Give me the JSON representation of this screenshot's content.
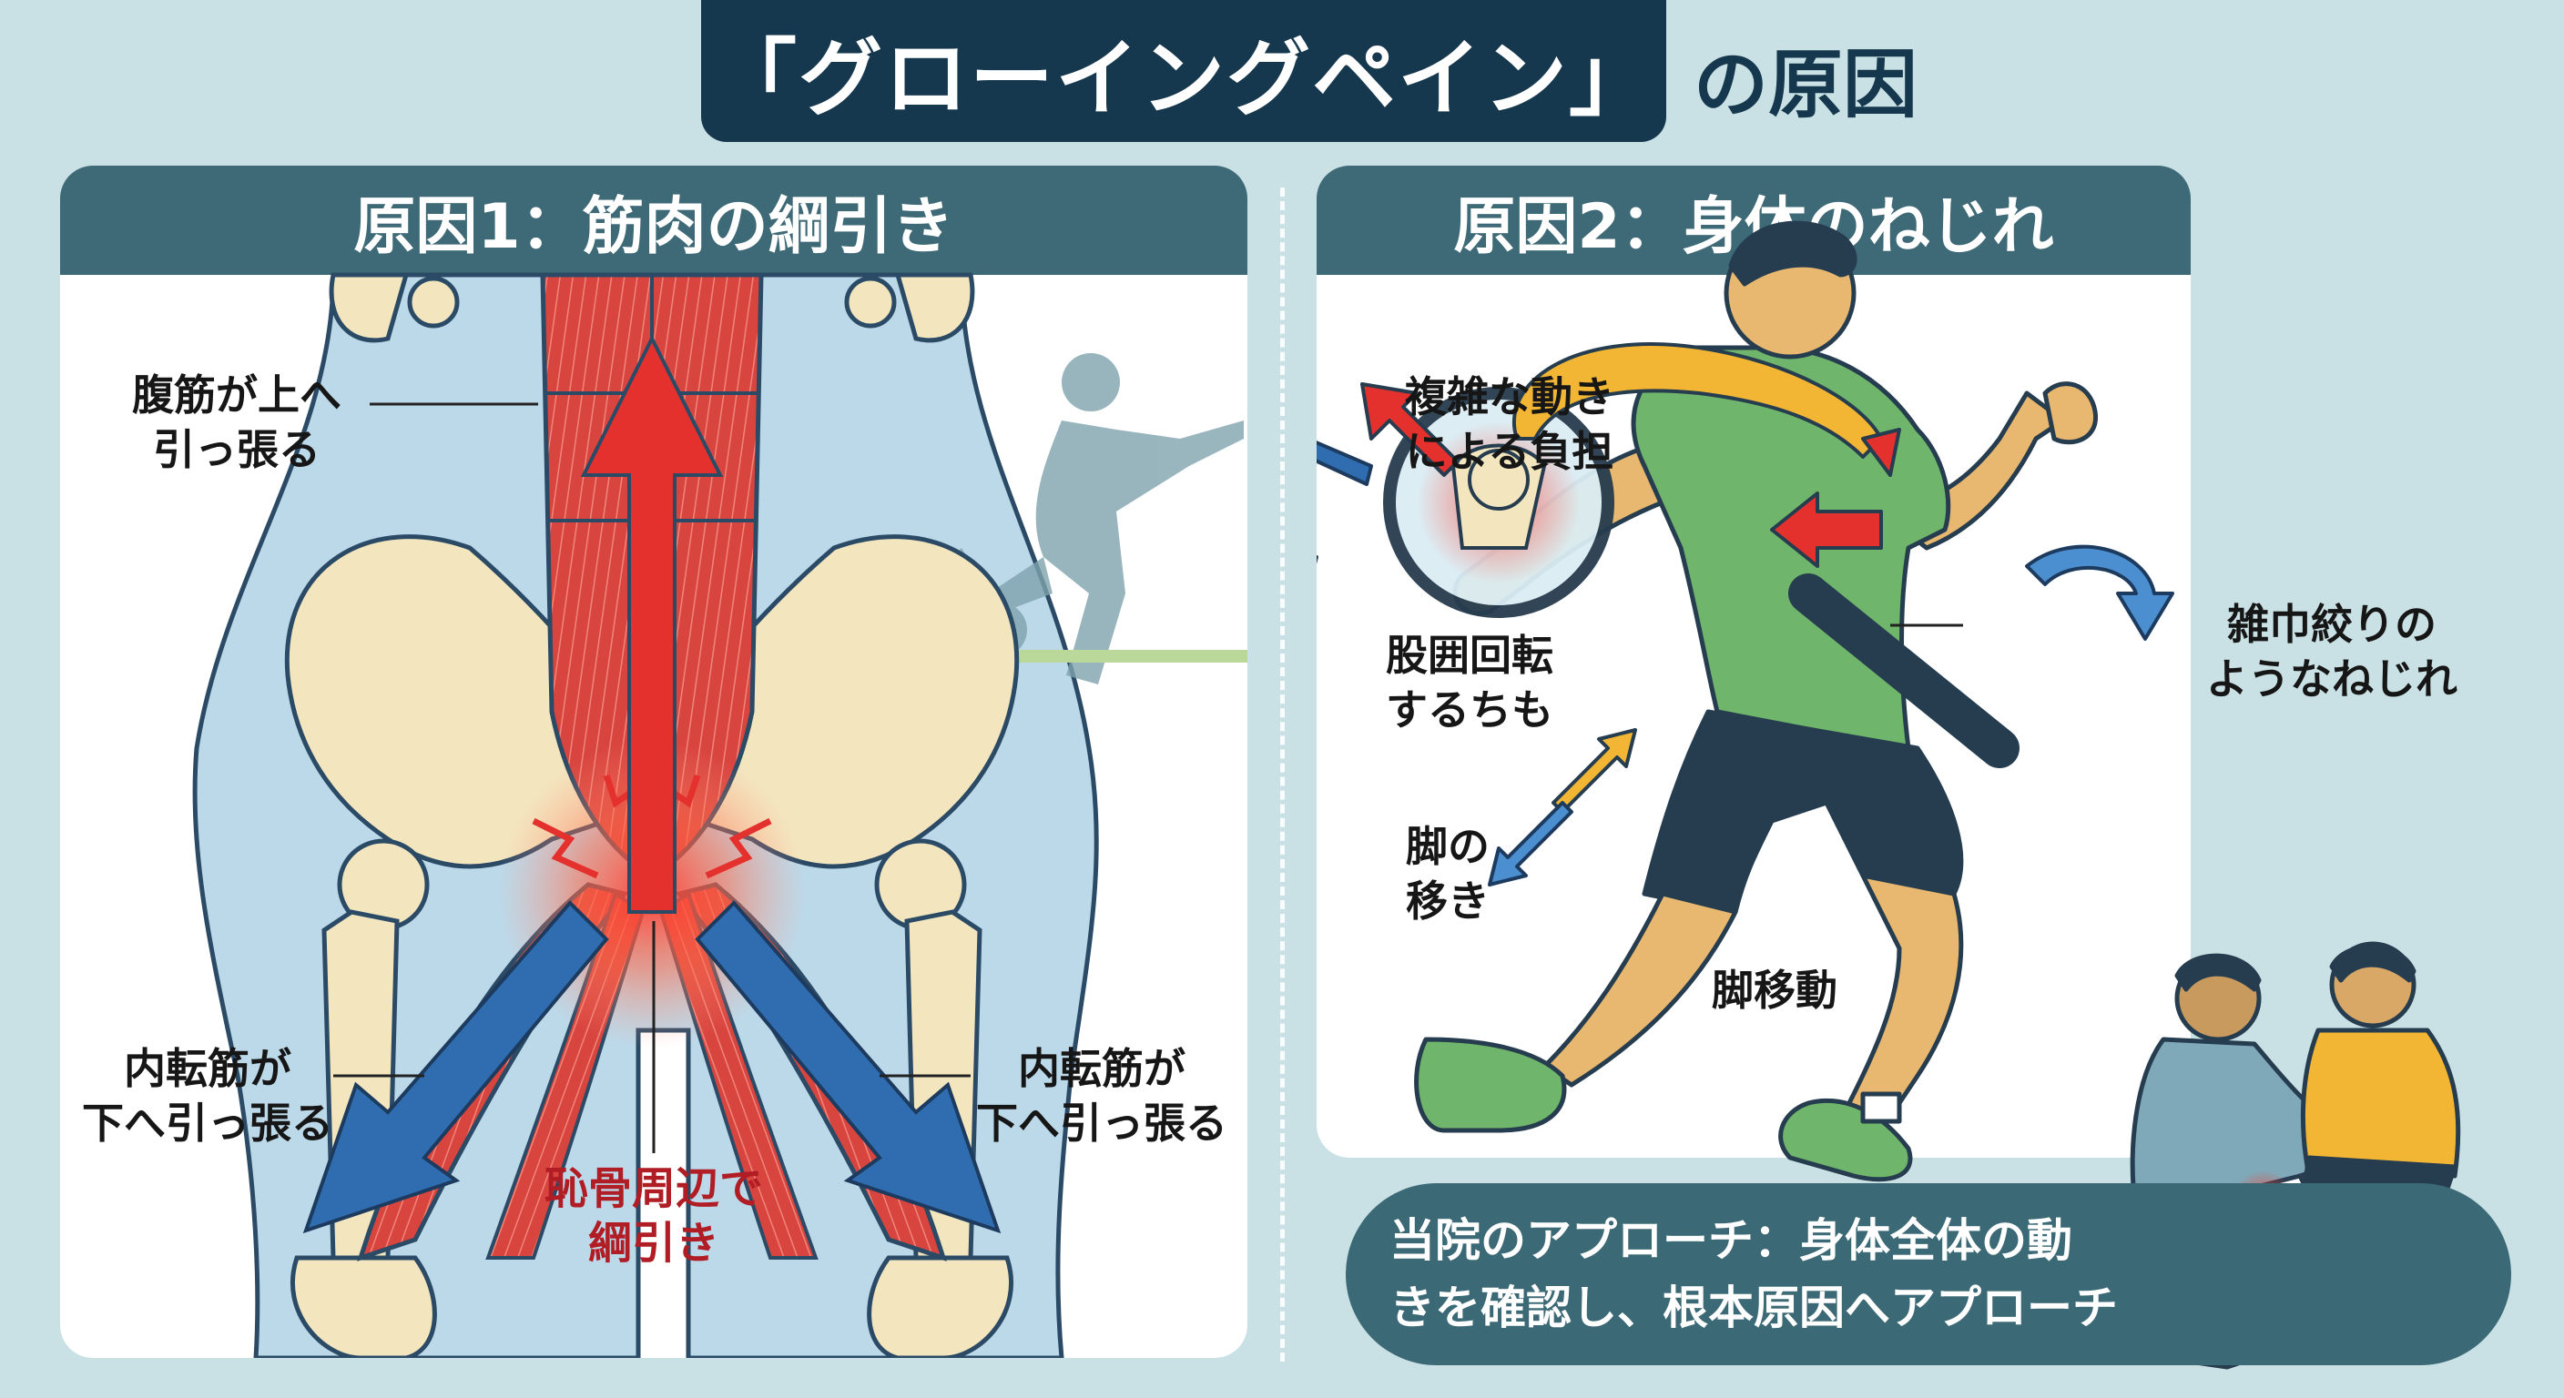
{
  "title": {
    "main": "「グローイングペイン」",
    "suffix": "の原因"
  },
  "cause1": {
    "header": "原因1：筋肉の綱引き",
    "labels": {
      "abdominal_line1": "腹筋が上へ",
      "abdominal_line2": "引っ張る",
      "adductor_left_line1": "内転筋が",
      "adductor_left_line2": "下へ引っ張る",
      "adductor_right_line1": "内転筋が",
      "adductor_right_line2": "下へ引っ張る",
      "pubic_line1": "恥骨周辺で",
      "pubic_line2": "綱引き"
    }
  },
  "cause2": {
    "header": "原因2：身体のねじれ",
    "labels": {
      "complex_line1": "複雑な動き",
      "complex_line2": "による負担",
      "hip_line1": "股囲回転",
      "hip_line2": "するちも",
      "leg_line1": "脚の",
      "leg_line2": "移き",
      "legmove": "脚移動",
      "twist_line1": "雑巾絞りの",
      "twist_line2": "ようなねじれ"
    }
  },
  "approach": {
    "line1": "当院のアプローチ：身体全体の動",
    "line2": "きを確認し、根本原因へアプローチ"
  },
  "colors": {
    "navy": "#16384e",
    "teal_header": "#3e6a77",
    "background": "#c9e1e4",
    "muscle_red": "#d8443e",
    "arrow_red": "#e5312e",
    "arrow_blue": "#2f6db0",
    "bone": "#f3e6bf",
    "shirt_green": "#6fb56b",
    "shorts_navy": "#263c4f",
    "skin": "#e9b870",
    "label_red": "#b01d24"
  }
}
